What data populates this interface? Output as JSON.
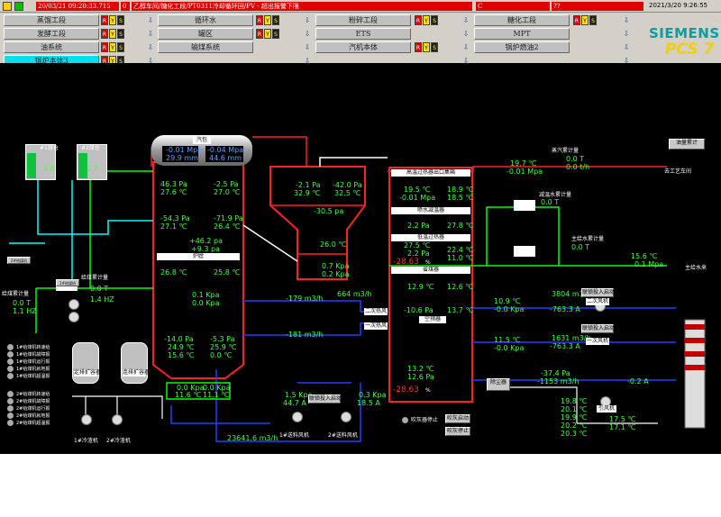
{
  "topbar": {
    "alarm_time": "20/03/21 09:20:33.715",
    "alarm_code": "0",
    "alarm_text": "乙醇车间/糖化工段/PT0311冷却循环回/PV - 超出报警下限",
    "alarm2": "C",
    "alarm3": "??",
    "datetime": "2021/3/20 9:26:55"
  },
  "nav": {
    "items": [
      "蒸馏工段",
      "循环水",
      "粉碎工段",
      "糖化工段",
      "发酵工段",
      "罐区",
      "ETS",
      "MPT",
      "油系统",
      "输煤系统",
      "汽机本体",
      "锅炉燃油2",
      "锅炉本体3"
    ],
    "active": "锅炉本体3",
    "ind_r": "R",
    "ind_y": "Y",
    "ind_s": "S"
  },
  "logo": {
    "brand": "SIEMENS",
    "product": "PCS 7"
  },
  "screen": {
    "drum_label": "汽包",
    "drum_left": [
      "-0.01 Mpa",
      "29.9 mm"
    ],
    "drum_right": [
      "-0.04 Mpa",
      "44.6 mm"
    ],
    "coal1": {
      "name": "#1煤仓",
      "val": "3.0"
    },
    "coal2": {
      "name": "#2煤仓",
      "val": "2.7"
    },
    "furnace_values_l": [
      "46.3 Pa",
      "27.6 ℃",
      "-54.3 Pa",
      "27.1 ℃",
      "26.8 ℃"
    ],
    "furnace_values_r": [
      "-2.5 Pa",
      "27.0 ℃",
      "-71.9 Pa",
      "26.4 ℃",
      "25.8 ℃"
    ],
    "furnace_mid": [
      "+46.2 pa",
      "+9.3 pa"
    ],
    "furnace_label": "炉膛",
    "furnace_01": "0.1 Kpa",
    "furnace_00": "0.0 Kpa",
    "furnace_low_l": [
      "-14.0 Pa",
      "24.9 ℃",
      "15.6 ℃"
    ],
    "furnace_low_r": [
      "-5.3 Pa",
      "25.9 ℃",
      "0.0 ℃"
    ],
    "bed_l": [
      "0.0 Kpa",
      "11.6 ℃"
    ],
    "bed_r": [
      "0.0 Kpa",
      "11.1 ℃"
    ],
    "sep": {
      "l": [
        "-2.1 Pa",
        "32.9 ℃"
      ],
      "r": [
        "-42.0 Pa",
        "32.5 ℃"
      ],
      "mid": "-30.5 pa",
      "t": "26.0 ℃",
      "k1": "0.7 Kpa",
      "k2": "0.2 Kpa"
    },
    "tail": {
      "title1": "高温过热器出口集箱",
      "v1": [
        "19.5 ℃",
        "-0.01 Mpa",
        "18.9 ℃",
        "18.5 ℃"
      ],
      "title2": "喷水减温器",
      "v2": [
        "2.2 Pa",
        "27.8 ℃"
      ],
      "title3": "低温过热器",
      "v3": [
        "27.5 ℃",
        "2.2 Pa",
        "22.4 ℃",
        "11.0 ℃"
      ],
      "warn": "-28.63",
      "pct": "%",
      "title4": "省煤器",
      "v4": [
        "12.9 ℃",
        "12.6 ℃"
      ],
      "title5": "空预器",
      "v5": [
        "-10.6 Pa",
        "13.7 ℃"
      ],
      "v6": [
        "13.2 ℃",
        "12.6 Pa"
      ],
      "warn2": "-28.63",
      "pct2": "%"
    },
    "air": {
      "flow1": "-179 m3/h",
      "flow2": "-181 m3/h",
      "flow3": "664 m3/h",
      "second": "二次热风",
      "first": "一次热风"
    },
    "steam": {
      "title": "蒸汽累计量",
      "v": [
        "0.0 T",
        "0.0 t/h"
      ],
      "p": "19.7 ℃",
      "pp": "-0.01 Mpa",
      "out": "去工艺车间",
      "btn": "油量累计"
    },
    "water": {
      "title1": "减温水累计量",
      "t1": "0.0 T",
      "title2": "主给水累计量",
      "t2": "0.0 T",
      "fp": "15.6 ℃",
      "fp2": "0.1 Mpa",
      "main": "主给水来"
    },
    "fans": {
      "f1": [
        "10.9 ℃",
        "-0.0 Kpa"
      ],
      "f1flow": "3804 m3/h",
      "f1v": "-763.3 A",
      "b1": "联锁投入启动",
      "n1": "二次风机",
      "f2": "11.5 ℃",
      "f2p": "-0.0 Kpa",
      "f2flow": "1631 m3/h",
      "f2v": "-763.3 A",
      "b2": "联锁投入启动",
      "n2": "一次风机",
      "f3": [
        "-37.4 Pa",
        "-1153 m3/h"
      ],
      "f3v": "-0.2 A",
      "dust": "除尘器",
      "n3": "引风机",
      "f4": [
        "19.8 ℃",
        "20.1 ℃",
        "19.9 ℃",
        "20.2 ℃",
        "20.3 ℃"
      ],
      "f4b": [
        "17.5 ℃",
        "17.1 ℃"
      ]
    },
    "feeder": {
      "total": "23641.6 m3/h",
      "k1": "1.5 Kpa",
      "a1": "44.7 A",
      "k2": "0.3 Kpa",
      "a2": "18.5 A",
      "b1": "联锁投入启动",
      "f1": "1#送料风机",
      "f2": "2#送料风机",
      "fan1": "1#冷渣机",
      "fan2": "2#冷渣机",
      "stop": "吹灰器停止",
      "start": "吹灰启动",
      "stop2": "吹灰停止"
    },
    "coalsum": {
      "t": "给煤累计量",
      "v1": "0.0 T",
      "v2": "1.4 HZ",
      "l": "给煤累计量",
      "lv1": "0.0 T",
      "lv2": "1.1 HZ",
      "fe1": "1#给煤机",
      "fe2": "2#给煤机"
    },
    "tanks": {
      "t1": "定排扩容器",
      "t2": "连排扩容器"
    },
    "legend": [
      "1#给煤机转速给",
      "1#给煤机故障报",
      "1#给煤机运行报",
      "1#给煤机就地报",
      "1#给煤机超温报",
      "2#给煤机转速给",
      "2#给煤机故障报",
      "2#给煤机运行报",
      "2#给煤机就地报",
      "2#给煤机超温报"
    ]
  }
}
